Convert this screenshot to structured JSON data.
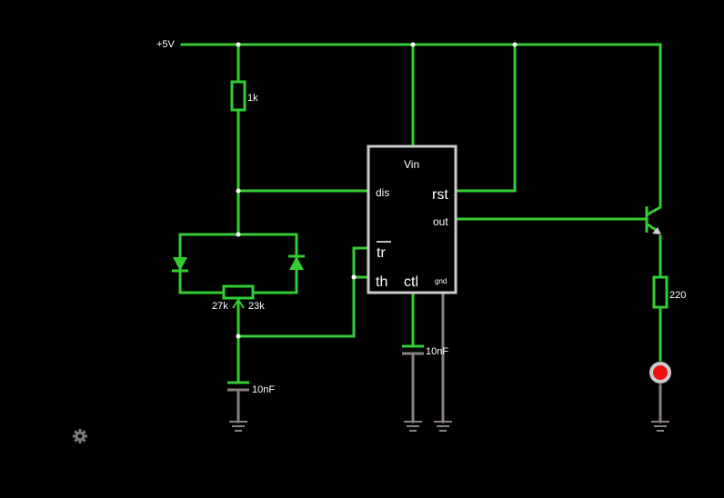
{
  "colors": {
    "background": "#000000",
    "active_wire": "#33cc33",
    "ground_wire": "#888080",
    "chip_border": "#cccccc",
    "text": "#ffffff",
    "led": "#ee1111",
    "settings_icon": "#777777"
  },
  "labels": {
    "supply": "+5V",
    "r1": "1k",
    "pot_left": "27k",
    "pot_right": "23k",
    "c_timing": "10nF",
    "c_ctl": "10nF",
    "r_led": "220"
  },
  "chip": {
    "vin": "Vin",
    "dis": "dis",
    "rst": "rst",
    "out": "out",
    "tr": "tr",
    "th": "th",
    "ctl": "ctl",
    "gnd": "gnd"
  },
  "icons": {
    "settings": "gear-icon"
  }
}
